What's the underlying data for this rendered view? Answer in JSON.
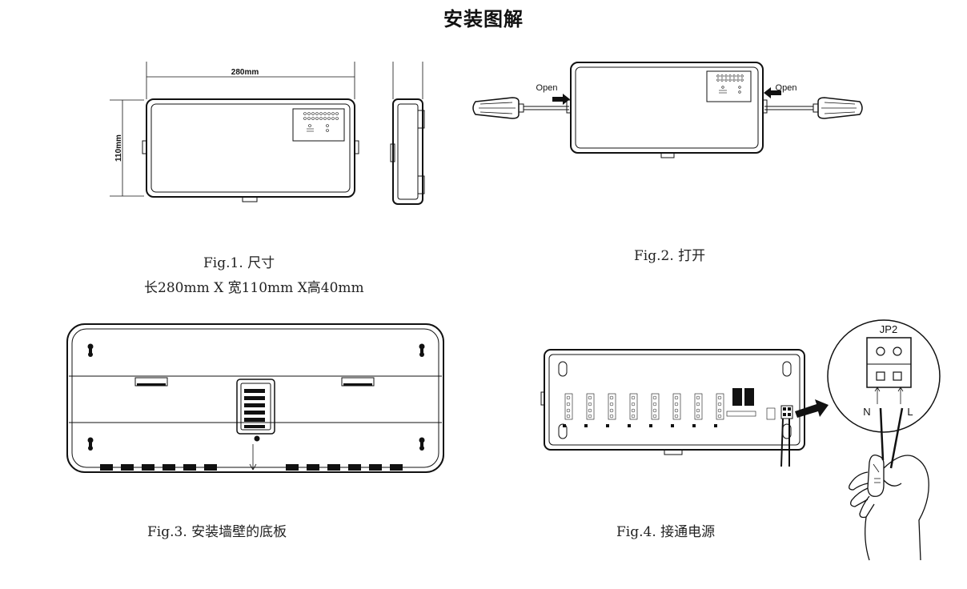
{
  "title": "安装图解",
  "fig1": {
    "caption": "Fig.1.  尺寸",
    "caption2": "长280mm X 宽110mm X高40mm",
    "width_label": "280mm",
    "height_label": "110mm"
  },
  "fig2": {
    "caption": "Fig.2.  打开",
    "open_left": "Open",
    "open_right": "Open"
  },
  "fig3": {
    "caption": "Fig.3.  安装墙壁的底板"
  },
  "fig4": {
    "caption": "Fig.4.  接通电源",
    "connector_label": "JP2",
    "terminal_n": "N",
    "terminal_l": "L"
  }
}
